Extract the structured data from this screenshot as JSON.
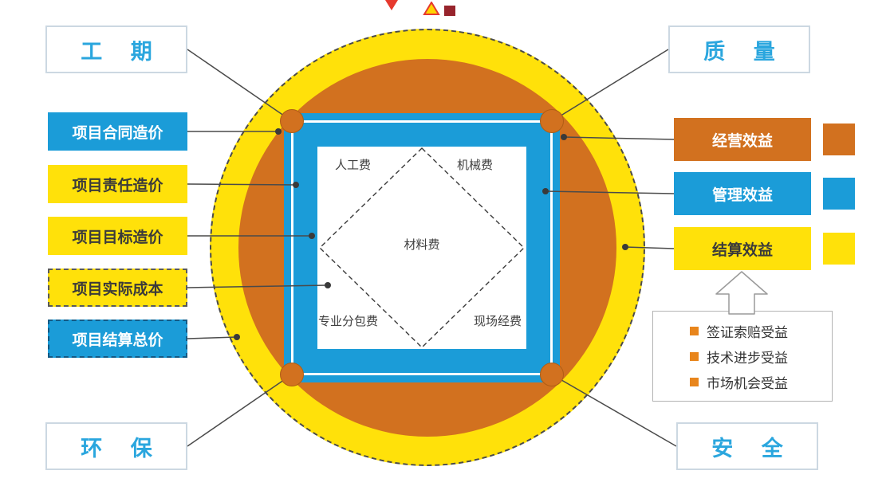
{
  "colors": {
    "yellow": "#ffe10a",
    "orange": "#d2711f",
    "blue": "#1b9cd8",
    "label_blue": "#2aa6de",
    "bullet_orange": "#e8851c"
  },
  "corner_labels": {
    "top_left": "工 期",
    "top_right": "质 量",
    "bottom_left": "环 保",
    "bottom_right": "安 全"
  },
  "left_boxes": [
    {
      "label": "项目合同造价"
    },
    {
      "label": "项目责任造价"
    },
    {
      "label": "项目目标造价"
    },
    {
      "label": "项目实际成本"
    },
    {
      "label": "项目结算总价"
    }
  ],
  "right_boxes": [
    {
      "label": "经营效益"
    },
    {
      "label": "管理效益"
    },
    {
      "label": "结算效益"
    }
  ],
  "inner_costs": {
    "top_left": "人工费",
    "top_right": "机械费",
    "center": "材料费",
    "bottom_left": "专业分包费",
    "bottom_right": "现场经费"
  },
  "benefit_list": {
    "items": [
      "签证索赔受益",
      "技术进步受益",
      "市场机会受益"
    ]
  },
  "logo_fragments": [
    {
      "name": "red-triangle"
    },
    {
      "name": "yellow-pennant"
    },
    {
      "name": "maroon-square"
    }
  ]
}
